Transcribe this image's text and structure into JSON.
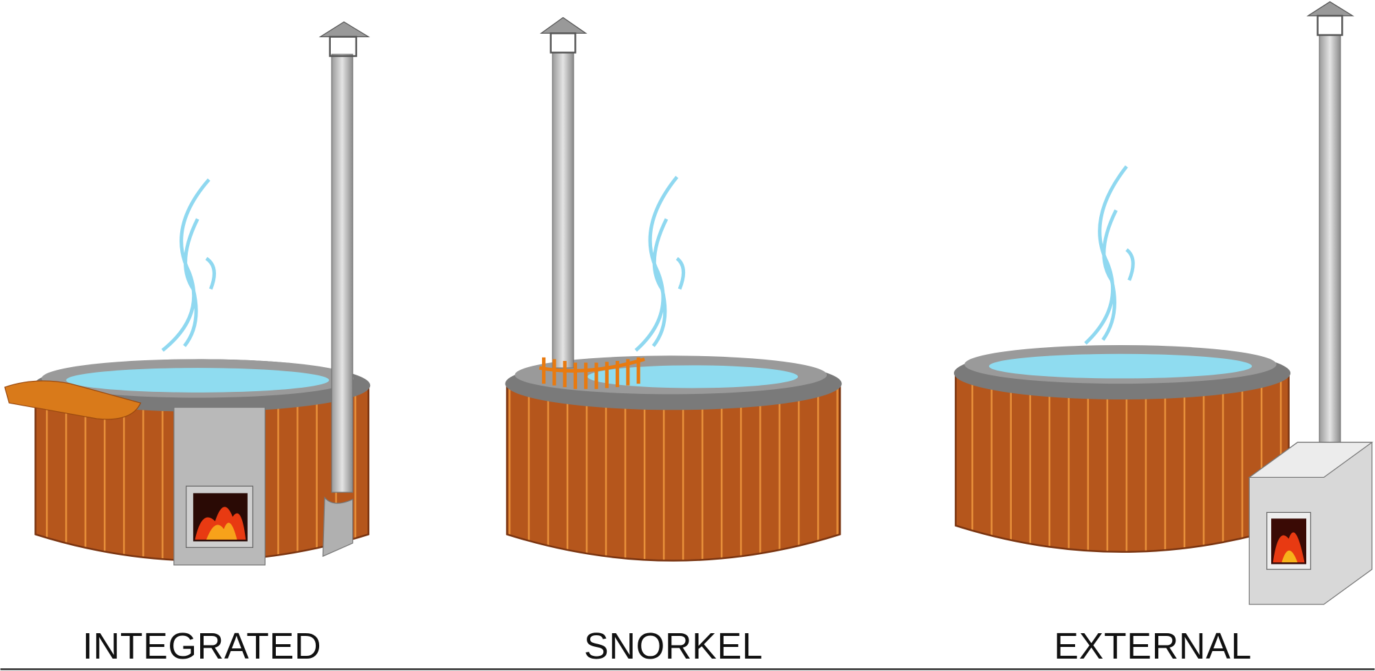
{
  "labels": {
    "integrated": "INTEGRATED",
    "snorkel": "SNORKEL",
    "external": "EXTERNAL"
  },
  "colors": {
    "wood": "#b5561c",
    "wood_stripe": "#e8903a",
    "water": "#8fdcf0",
    "rim": "#8c8c8c",
    "metal": "#c8c8c8",
    "steam": "#8fd8f0",
    "fire": "#e83a12"
  }
}
